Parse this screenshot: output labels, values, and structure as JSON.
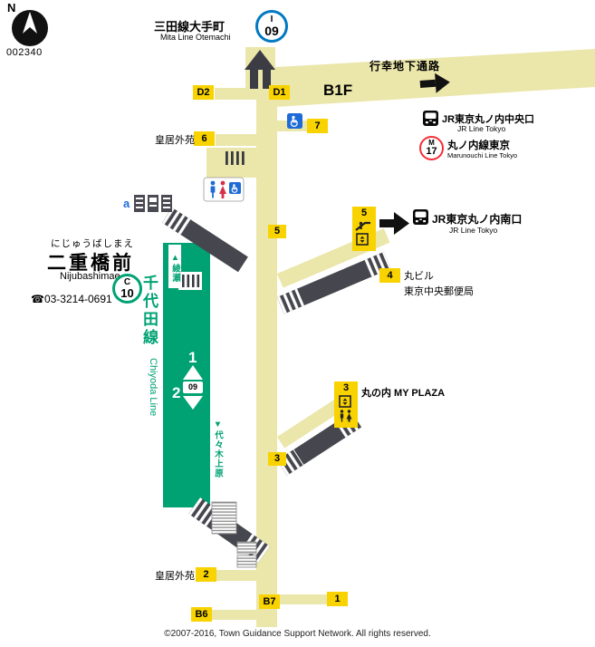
{
  "colors": {
    "corridor_beige": "#ebe6aa",
    "exit_yellow": "#f8d300",
    "stair_dark": "#46464e",
    "chiyoda_green": "#00a273",
    "mita_blue": "#0079c2",
    "marunouchi_red": "#f62e36",
    "accessible_blue": "#1e6bd7"
  },
  "compass": {
    "label": "N"
  },
  "map_id": "002340",
  "top": {
    "mita_ja": "三田線大手町",
    "mita_en": "Mita Line Otemachi",
    "mita_badge_line": "I",
    "mita_badge_number": "09"
  },
  "passage": {
    "name": "行幸地下通路",
    "floor": "B1F"
  },
  "links": {
    "jr_central_ja": "JR東京丸ノ内中央口",
    "jr_central_en": "JR Line Tokyo",
    "marunouchi_badge_line": "M",
    "marunouchi_badge_number": "17",
    "marunouchi_ja": "丸ノ内線東京",
    "marunouchi_en": "Marunouchi Line Tokyo",
    "jr_south_ja": "JR東京丸ノ内南口",
    "jr_south_en": "JR Line Tokyo"
  },
  "station": {
    "kana": "にじゅうばしまえ",
    "kanji": "二重橋前",
    "romaji": "Nijubashimae",
    "phone_icon": "☎",
    "phone": "03-3214-0691",
    "badge_line": "C",
    "badge_number": "10"
  },
  "line": {
    "ja": "千代田線",
    "en": "Chiyoda Line",
    "dir_up": "▲綾瀬",
    "dir_down": "▼代々木上原"
  },
  "platform": {
    "track_1": "1",
    "track_2": "2",
    "station_number": "09"
  },
  "exits": {
    "d2": "D2",
    "d1": "D1",
    "e7": "7",
    "e6": "6",
    "e5": "5",
    "e4": "4",
    "e3": "3",
    "e2": "2",
    "e1": "1",
    "b7": "B7",
    "b6": "B6"
  },
  "landmarks": {
    "kokyo_gaien_top": "皇居外苑",
    "kokyo_gaien_bottom": "皇居外苑",
    "marubiru": "丸ビル",
    "post_office": "東京中央郵便局",
    "my_plaza": "丸の内 MY PLAZA",
    "locker_label": "a"
  },
  "footer": {
    "copyright": "©2007-2016, Town Guidance Support Network. All rights reserved."
  }
}
